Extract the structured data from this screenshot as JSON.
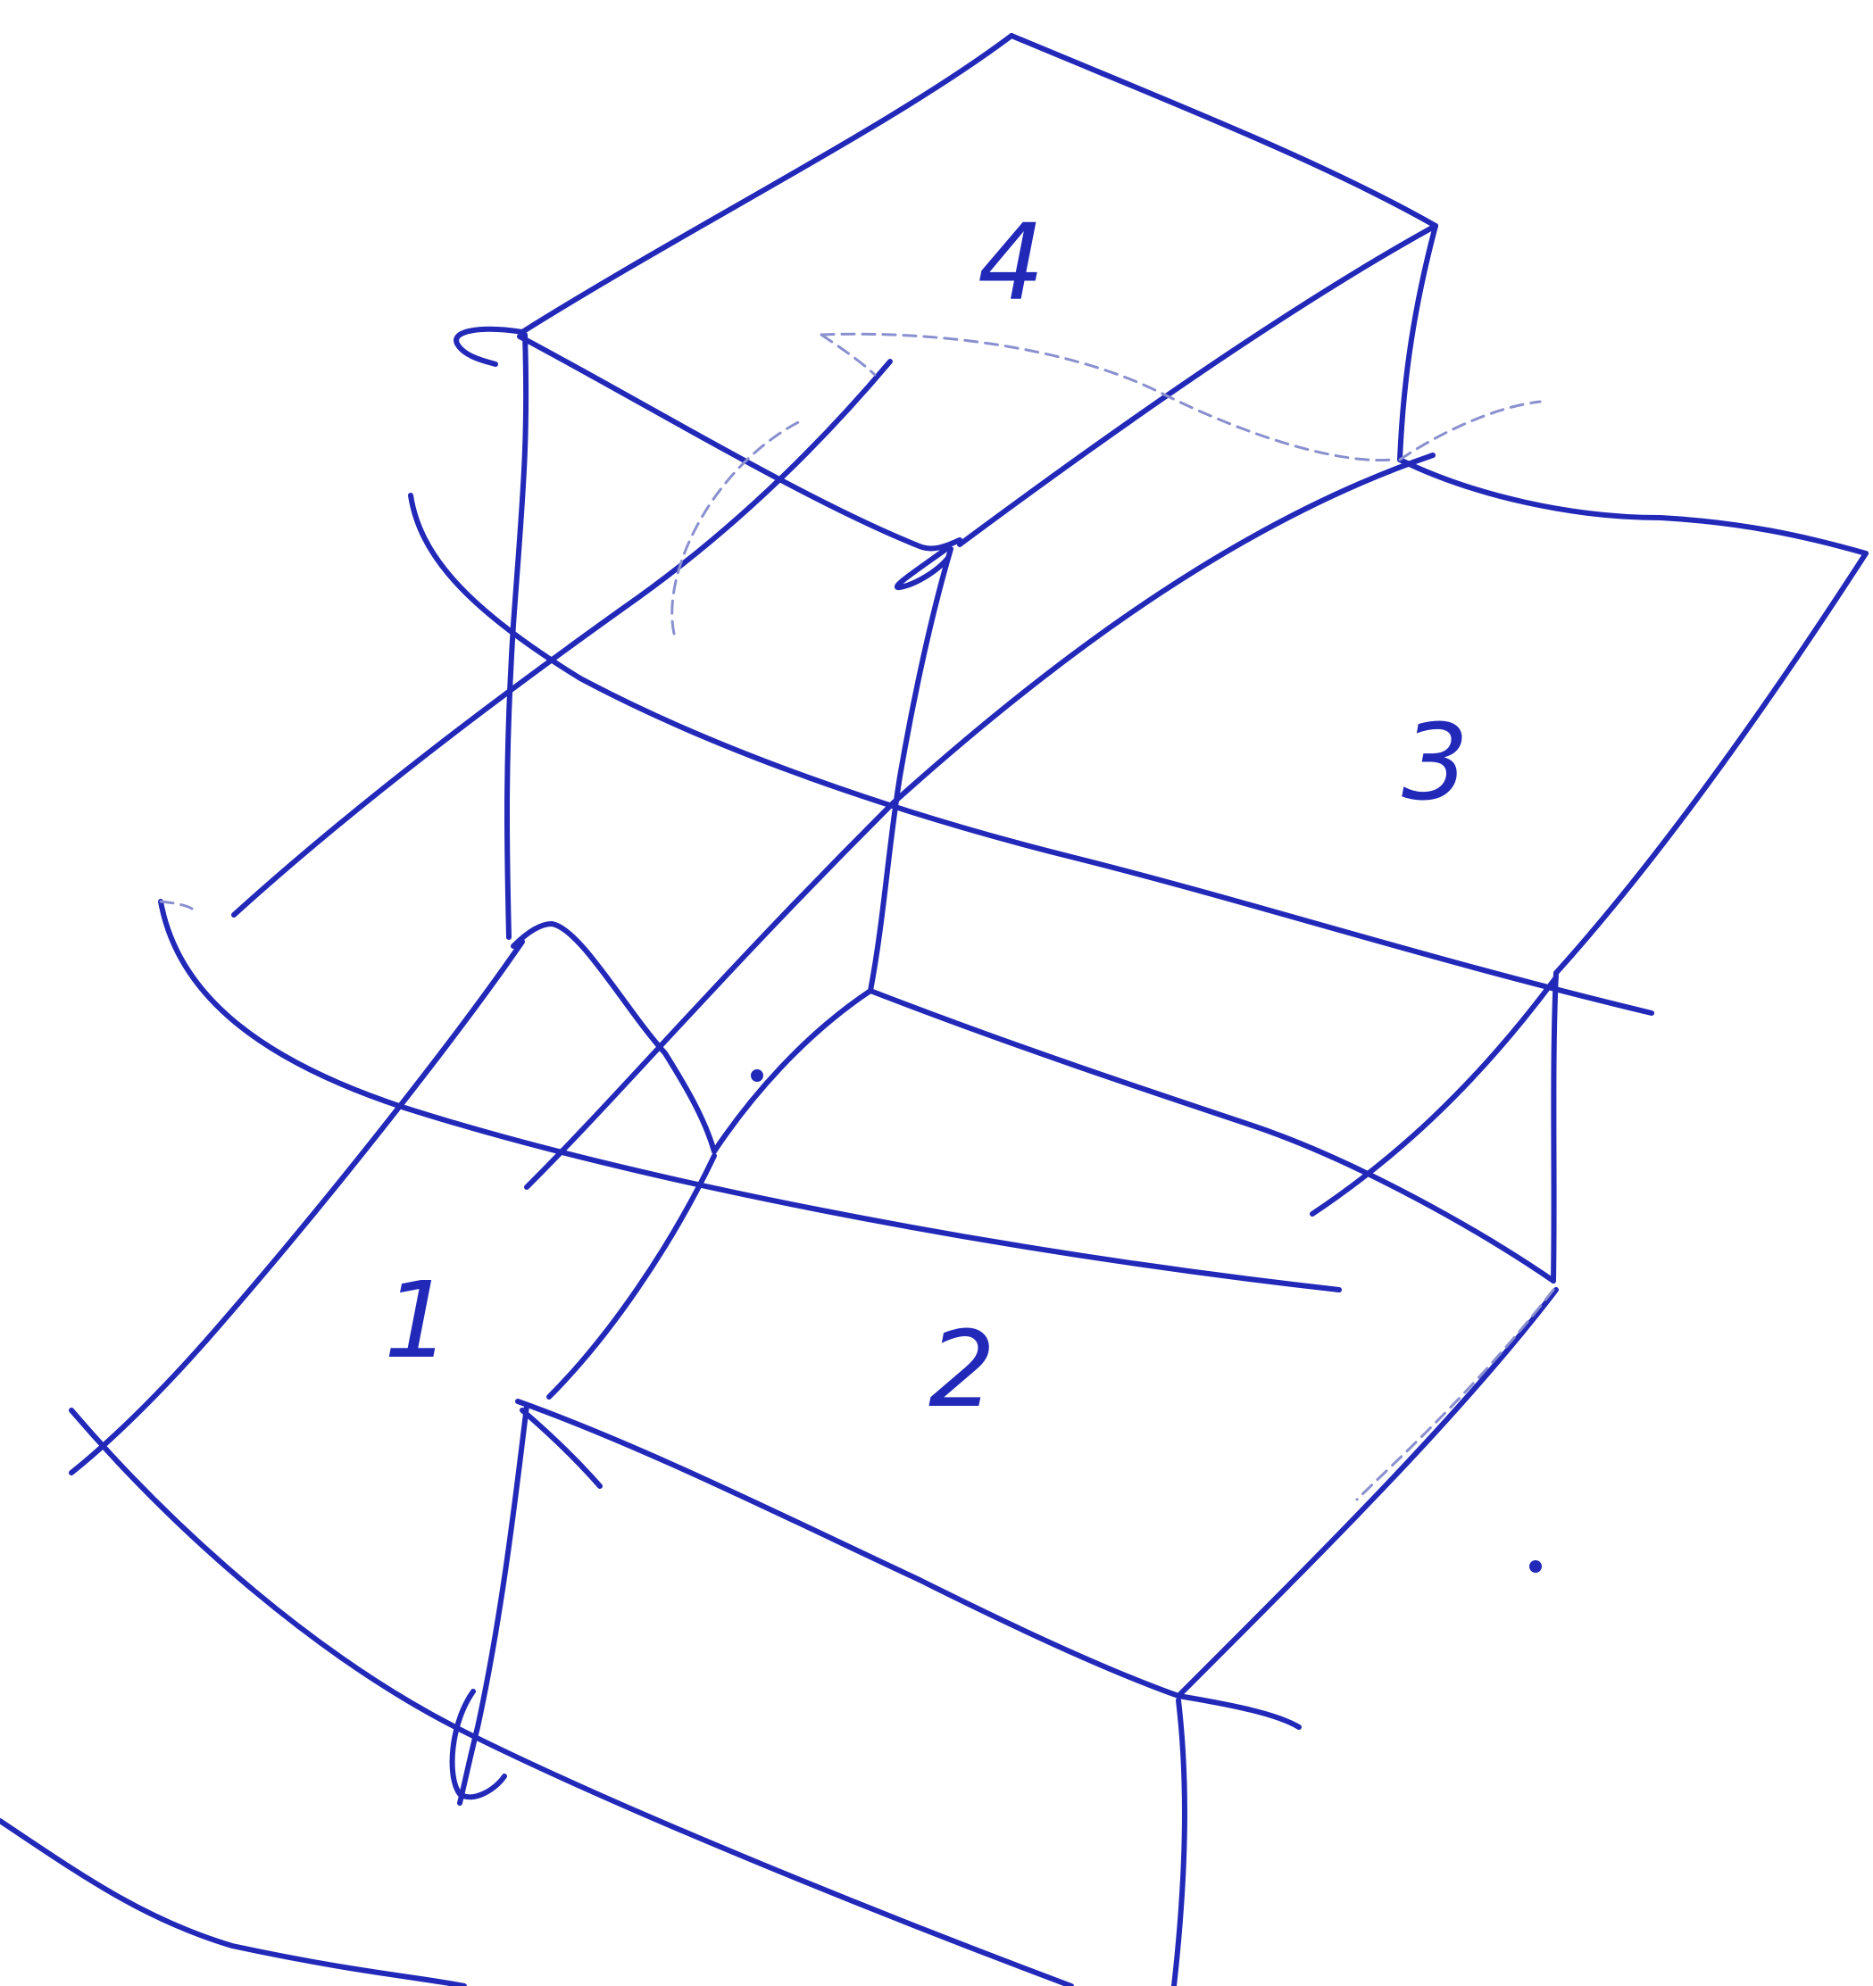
{
  "sketch": {
    "ink_color": "#2229b8",
    "region_labels": {
      "r1": "1",
      "r2": "2",
      "r3": "3",
      "r4": "4"
    }
  }
}
